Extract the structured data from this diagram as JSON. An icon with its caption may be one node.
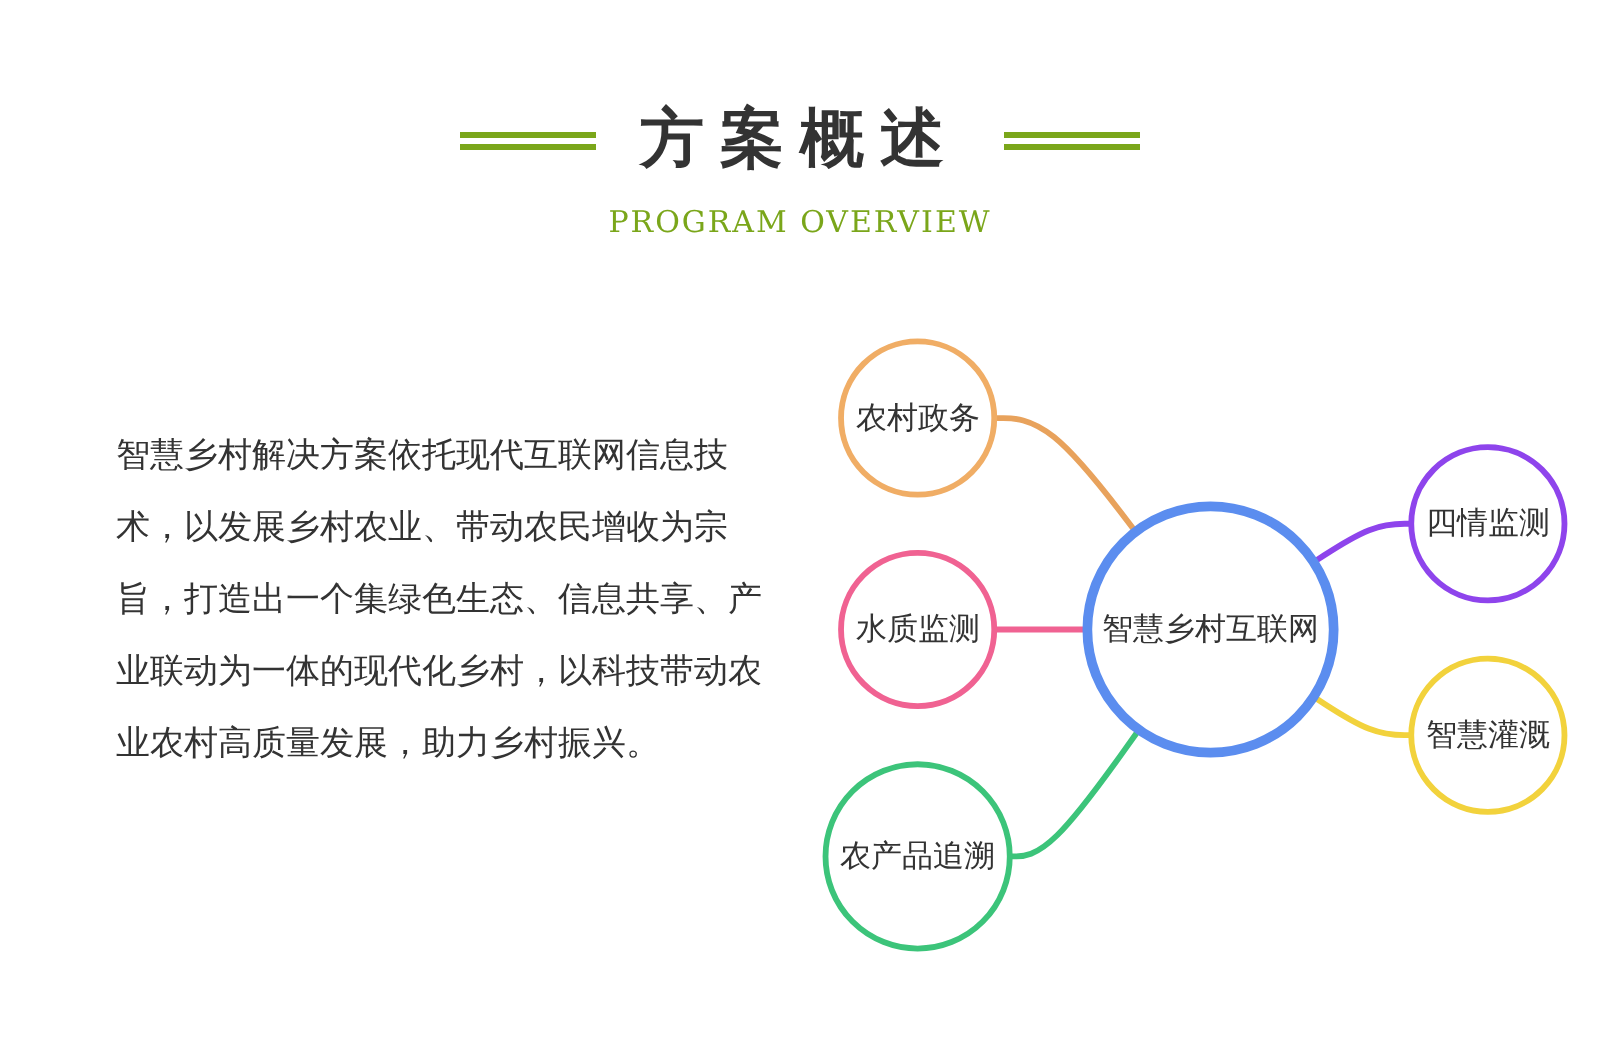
{
  "diagram": {
    "title": "方案概述",
    "nodes": [
      {
        "text": [
          "农村政务"
        ]
      },
      {
        "text": [
          "水质监测"
        ]
      },
      {
        "text": [
          "智慧乡村互联网"
        ]
      },
      {
        "text": [
          "四情监测"
        ]
      },
      {
        "text": [
          "农产品追溯"
        ]
      },
      {
        "text": [
          "智慧灌溉"
        ]
      }
    ],
    "edges": [
      {
        "from": 0,
        "to": 2,
        "arrow": "none",
        "color": "#e8a25c"
      },
      {
        "from": 1,
        "to": 2,
        "arrow": "none",
        "color": "#f06292"
      },
      {
        "from": 2,
        "to": 3,
        "arrow": "none",
        "color": "#8e44ec"
      },
      {
        "from": 4,
        "to": 2,
        "arrow": "none",
        "color": "#3cc47a"
      },
      {
        "from": 2,
        "to": 5,
        "arrow": "none",
        "color": "#f2d23c"
      }
    ],
    "labels": [
      "PROGRAM OVERVIEW",
      "智慧乡村解决方案依托现代互联网信息技术，以发展乡村农业、带动农民增收为宗旨，打造出一个集绿色生态、信息共享、产业联动为一体的现代化乡村，以科技带动农业农村高质量发展，助力乡村振兴。"
    ]
  }
}
